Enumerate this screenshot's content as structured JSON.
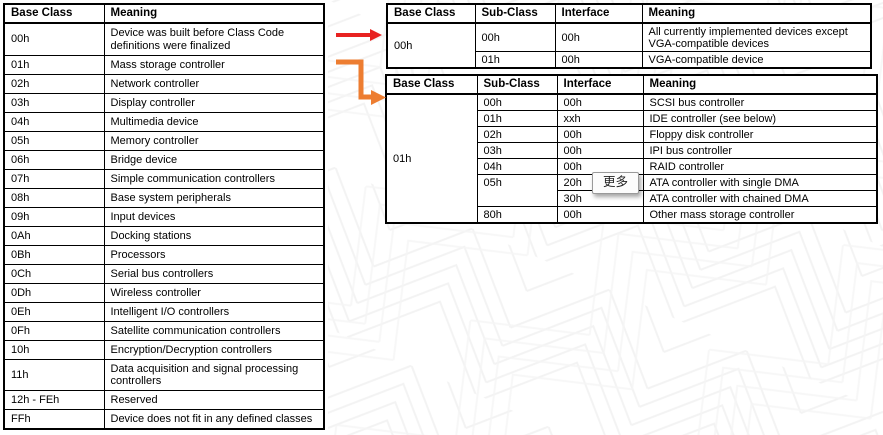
{
  "colors": {
    "red_arrow": "#e82221",
    "orange_arrow": "#ed7d31",
    "table_border": "#000000",
    "watermark_line": "#f3f3f3"
  },
  "popup": {
    "label": "更多"
  },
  "base_class_table": {
    "headers": {
      "base_class": "Base Class",
      "meaning": "Meaning"
    },
    "rows": [
      {
        "code": "00h",
        "meaning": "Device was built before Class Code definitions were finalized"
      },
      {
        "code": "01h",
        "meaning": "Mass storage controller"
      },
      {
        "code": "02h",
        "meaning": "Network controller"
      },
      {
        "code": "03h",
        "meaning": "Display controller"
      },
      {
        "code": "04h",
        "meaning": "Multimedia device"
      },
      {
        "code": "05h",
        "meaning": "Memory controller"
      },
      {
        "code": "06h",
        "meaning": "Bridge device"
      },
      {
        "code": "07h",
        "meaning": "Simple communication controllers"
      },
      {
        "code": "08h",
        "meaning": "Base system peripherals"
      },
      {
        "code": "09h",
        "meaning": "Input devices"
      },
      {
        "code": "0Ah",
        "meaning": "Docking stations"
      },
      {
        "code": "0Bh",
        "meaning": "Processors"
      },
      {
        "code": "0Ch",
        "meaning": "Serial bus controllers"
      },
      {
        "code": "0Dh",
        "meaning": "Wireless controller"
      },
      {
        "code": "0Eh",
        "meaning": "Intelligent I/O controllers"
      },
      {
        "code": "0Fh",
        "meaning": "Satellite communication controllers"
      },
      {
        "code": "10h",
        "meaning": "Encryption/Decryption controllers"
      },
      {
        "code": "11h",
        "meaning": "Data acquisition and signal processing controllers"
      },
      {
        "code": "12h - FEh",
        "meaning": "Reserved"
      },
      {
        "code": "FFh",
        "meaning": "Device does not fit in any defined classes"
      }
    ]
  },
  "subclass_table_00h": {
    "headers": {
      "base_class": "Base Class",
      "sub_class": "Sub-Class",
      "interface": "Interface",
      "meaning": "Meaning"
    },
    "base_class": "00h",
    "rows": [
      {
        "sub": "00h",
        "iface": "00h",
        "meaning": "All currently implemented devices except VGA-compatible devices"
      },
      {
        "sub": "01h",
        "iface": "00h",
        "meaning": "VGA-compatible device"
      }
    ]
  },
  "subclass_table_01h": {
    "headers": {
      "base_class": "Base Class",
      "sub_class": "Sub-Class",
      "interface": "Interface",
      "meaning": "Meaning"
    },
    "base_class": "01h",
    "rows": [
      {
        "sub": "00h",
        "iface": "00h",
        "meaning": "SCSI bus controller"
      },
      {
        "sub": "01h",
        "iface": "xxh",
        "meaning": "IDE controller (see below)"
      },
      {
        "sub": "02h",
        "iface": "00h",
        "meaning": "Floppy disk controller"
      },
      {
        "sub": "03h",
        "iface": "00h",
        "meaning": "IPI bus controller"
      },
      {
        "sub": "04h",
        "iface": "00h",
        "meaning": "RAID controller"
      },
      {
        "sub": "05h",
        "iface": "20h",
        "meaning": "ATA controller with single DMA"
      },
      {
        "sub": "",
        "iface": "30h",
        "meaning": "ATA controller with chained DMA"
      },
      {
        "sub": "80h",
        "iface": "00h",
        "meaning": "Other mass storage controller"
      }
    ]
  }
}
